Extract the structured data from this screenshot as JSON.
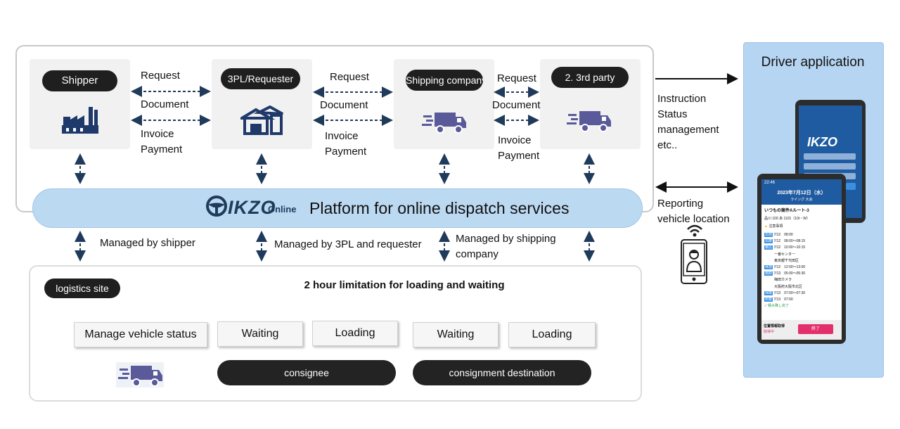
{
  "top_nodes": [
    {
      "label": "Shipper"
    },
    {
      "label": "3PL/Requester"
    },
    {
      "label": "Shipping company"
    },
    {
      "label": "2. 3rd party"
    }
  ],
  "links": [
    {
      "request": "Request",
      "document": "Document",
      "invoice": "Invoice",
      "payment": "Payment"
    },
    {
      "request": "Request",
      "document": "Document",
      "invoice": "Invoice",
      "payment": "Payment"
    },
    {
      "request": "Request",
      "document": "Document",
      "invoice": "Invoice",
      "payment": "Payment"
    }
  ],
  "instruction_lines": [
    "Instruction",
    "Status",
    "management",
    "etc.."
  ],
  "reporting_lines": [
    "Reporting",
    "vehicle location"
  ],
  "platform": {
    "logo": "IKZO",
    "logo_sub": "Online",
    "text": "Platform for online dispatch services"
  },
  "managed": {
    "shipper": "Managed by shipper",
    "threepl": "Managed by 3PL and requester",
    "shipping_line1": "Managed by shipping",
    "shipping_line2": "company"
  },
  "site": {
    "label": "logistics site",
    "limitation": "2 hour limitation for loading and waiting",
    "steps": [
      "Manage vehicle status",
      "Waiting",
      "Loading",
      "Waiting",
      "Loading"
    ],
    "consignee": "consignee",
    "destination": "consignment destination"
  },
  "driver": {
    "title": "Driver application",
    "back_logo": "IKZO",
    "screen_date": "2023年7月12日（水）",
    "screen_sub": "ライング 大会",
    "screen_route": "いつもの案件Aルート-3",
    "screen_plate": "品川 100 あ 1101（10t・W）",
    "screen_note": "注意事項",
    "screen_rows": [
      {
        "tag": "出発",
        "text": "7/12　08:00"
      },
      {
        "tag": "出庫",
        "text": "7/12　08:00〜08:15"
      },
      {
        "tag": "積込",
        "text": "7/12　10:00〜10:15"
      },
      {
        "tag": "",
        "text": "一番センター"
      },
      {
        "tag": "",
        "text": "東京都千代田区"
      },
      {
        "tag": "休憩",
        "text": "7/12　12:00〜13:00"
      },
      {
        "tag": "積卸",
        "text": "7/13　05:00〜05:30"
      },
      {
        "tag": "",
        "text": "梅田カメラ"
      },
      {
        "tag": "",
        "text": "大阪府大阪市北区"
      },
      {
        "tag": "帰庫",
        "text": "7/13　07:00〜07:30"
      },
      {
        "tag": "到着",
        "text": "7/13　07:00"
      }
    ],
    "screen_done": "積み降し完了",
    "screen_footer": "位置情報取得",
    "screen_footer_sub": "取得中",
    "screen_button": "終了",
    "time": "22:46"
  },
  "colors": {
    "arrow": "#1f3a5a",
    "truck": "#5a5a9a",
    "platform": "#bcd9f2",
    "driver_panel": "#b6d5f2",
    "button": "#e3306c"
  }
}
